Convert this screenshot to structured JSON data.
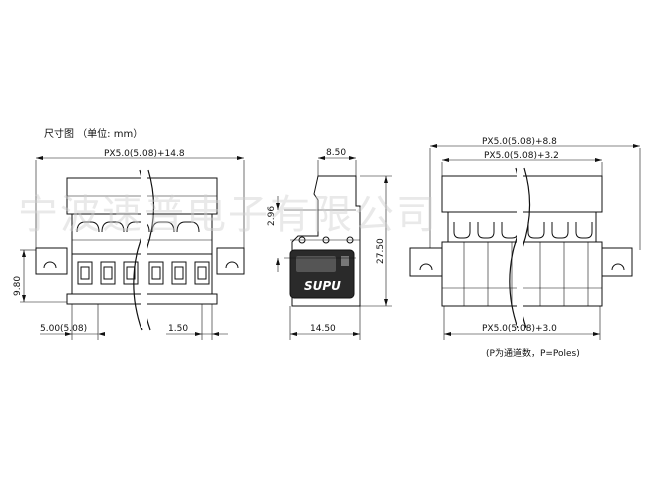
{
  "title": "尺寸图 （单位: mm）",
  "watermark": "宁波速普电子有限公司",
  "logo": "SUPU",
  "note": "(P为通道数，P=Poles)",
  "colors": {
    "line": "#111111",
    "fill": "#ffffff",
    "watermark": "#cfcfcf"
  },
  "front_view": {
    "top_dim": "PX5.0(5.08)+14.8",
    "left_height": "9.80",
    "pitch": "5.00(5.08)",
    "right_dim": "1.50"
  },
  "side_view": {
    "top_width": "8.50",
    "small_height": "2.96",
    "total_height": "27.50",
    "bottom_width": "14.50"
  },
  "rear_view": {
    "top_dim_outer": "PX5.0(5.08)+8.8",
    "top_dim_inner": "PX5.0(5.08)+3.2",
    "bottom_dim": "PX5.0(5.08)+3.0"
  }
}
